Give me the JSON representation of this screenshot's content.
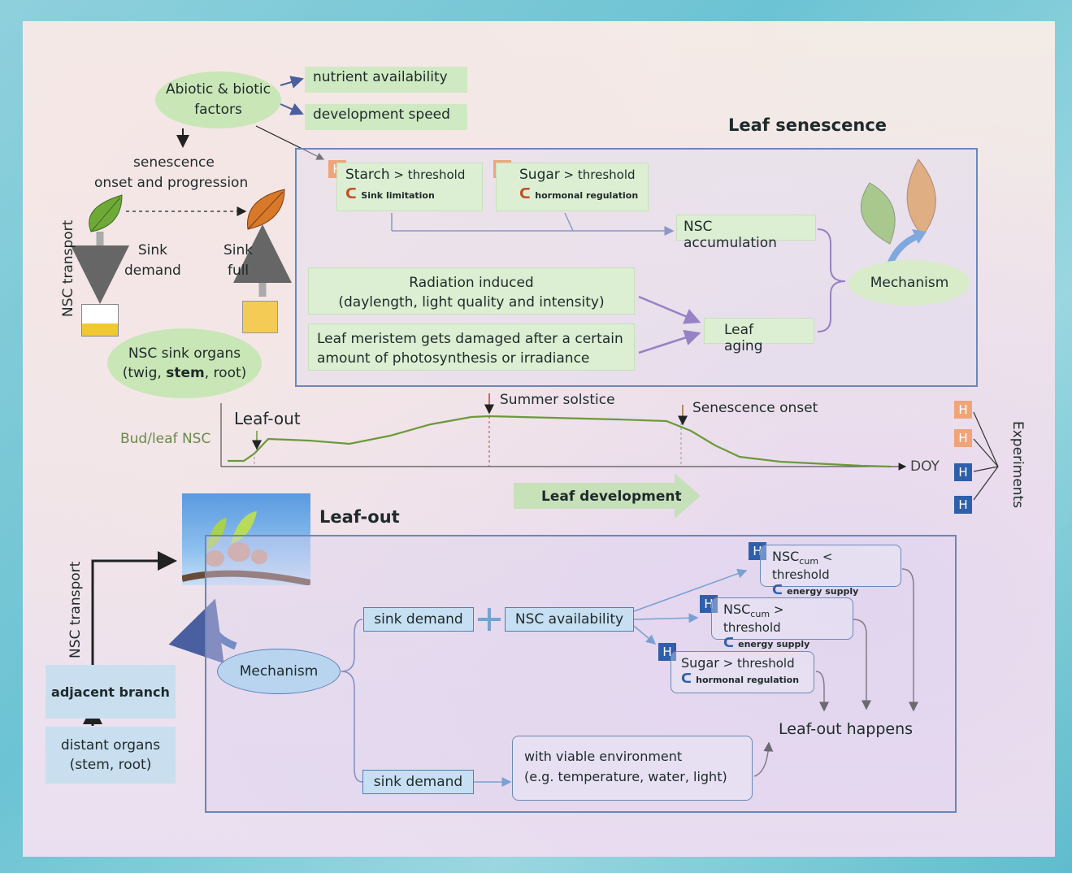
{
  "top_left": {
    "factors": "Abiotic & biotic\nfactors",
    "nutrient": "nutrient availability",
    "development": "development speed",
    "senescence_line1": "senescence",
    "senescence_line2": "onset and progression",
    "nsc_transport": "NSC transport",
    "sink_demand": "Sink\ndemand",
    "sink_full": "Sink\nfull",
    "sink_organs_line1": "NSC sink organs",
    "sink_organs_line2_a": "(twig, ",
    "sink_organs_line2_b": "stem",
    "sink_organs_line2_c": ", root)"
  },
  "senescence": {
    "title": "Leaf senescence",
    "starch_main": "Starch",
    "starch_rest": " > threshold",
    "starch_sub": "Sink limitation",
    "sugar_main": "Sugar",
    "sugar_rest": " > threshold",
    "sugar_sub": "hormonal regulation",
    "nsc_accum": "NSC accumulation",
    "radiation_line1": "Radiation induced",
    "radiation_line2": "(daylength, light quality and intensity)",
    "meristem_line1": "Leaf meristem gets damaged after a certain",
    "meristem_line2": "amount of photosynthesis or irradiance",
    "aging": "Leaf aging",
    "mechanism": "Mechanism",
    "h": "H"
  },
  "timeline": {
    "leaf_out": "Leaf-out",
    "y_label": "Bud/leaf NSC",
    "summer": "Summer solstice",
    "senescence_onset": "Senescence onset",
    "doy": "DOY",
    "leaf_dev": "Leaf development",
    "experiments": "Experiments"
  },
  "leafout": {
    "title": "Leaf-out",
    "nsc_transport": "NSC transport",
    "adjacent": "adjacent  branch",
    "distant_line1": "distant organs",
    "distant_line2": "(stem, root)",
    "mechanism": "Mechanism",
    "sink_demand": "sink demand",
    "nsc_avail": "NSC availability",
    "sink_demand2": "sink demand",
    "nsc_lt_main": "NSC",
    "nsc_sub": "cum",
    "nsc_lt_rest": " < threshold",
    "nsc_gt_rest": " > threshold",
    "energy": "energy supply",
    "sugar_main": "Sugar",
    "sugar_rest": " > threshold",
    "hormonal": "hormonal regulation",
    "viable_line1": "with viable environment",
    "viable_line2": "(e.g. temperature, water, light)",
    "happens": "Leaf-out happens"
  },
  "colors": {
    "green_box": "#dcefd2",
    "blue_box": "#c7dff2",
    "panel_border": "#6b87b8",
    "h_orange": "#f0a47a",
    "h_blue": "#2f5faa",
    "curve": "#6a9a3a"
  }
}
